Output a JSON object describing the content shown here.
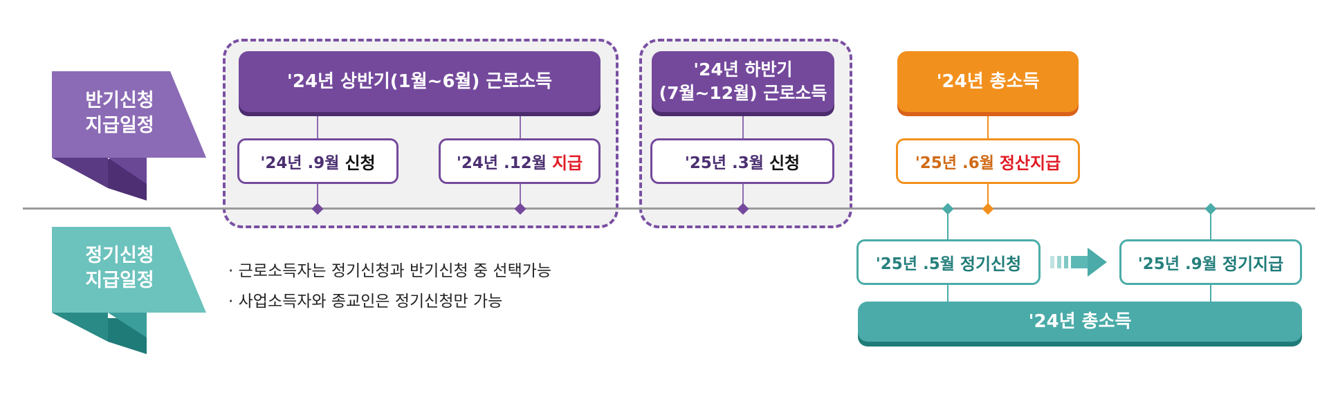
{
  "ribbons": {
    "half": {
      "label": "반기신청\n지급일정",
      "color": "#8b6bb5",
      "dark": "#5a3a82"
    },
    "regular": {
      "label": "정기신청\n지급일정",
      "color": "#6cc2bd",
      "dark": "#2a8a86"
    }
  },
  "half_year": {
    "first_half": {
      "header": "'24년 상반기(1월~6월) 근로소득",
      "apply": {
        "date": "'24년 .9월",
        "action": "신청"
      },
      "pay": {
        "date": "'24년 .12월",
        "action": "지급"
      }
    },
    "second_half": {
      "header": "'24년 하반기\n(7월~12월) 근로소득",
      "apply": {
        "date": "'25년 .3월",
        "action": "신청"
      }
    }
  },
  "settlement": {
    "header": "'24년 총소득",
    "box": {
      "date": "'25년 .6월",
      "action": "정산지급"
    }
  },
  "regular": {
    "apply": {
      "date": "'25년 .5월",
      "action": "정기신청"
    },
    "pay": {
      "date": "'25년 .9월",
      "action": "정기지급"
    },
    "footer": "'24년 총소득"
  },
  "notes": [
    "· 근로소득자는 정기신청과 반기신청 중 선택가능",
    "· 사업소득자와 종교인은 정기신청만 가능"
  ],
  "colors": {
    "purple": "#74499c",
    "orange": "#f2901d",
    "teal": "#4aaba8",
    "red": "#e11a24"
  }
}
